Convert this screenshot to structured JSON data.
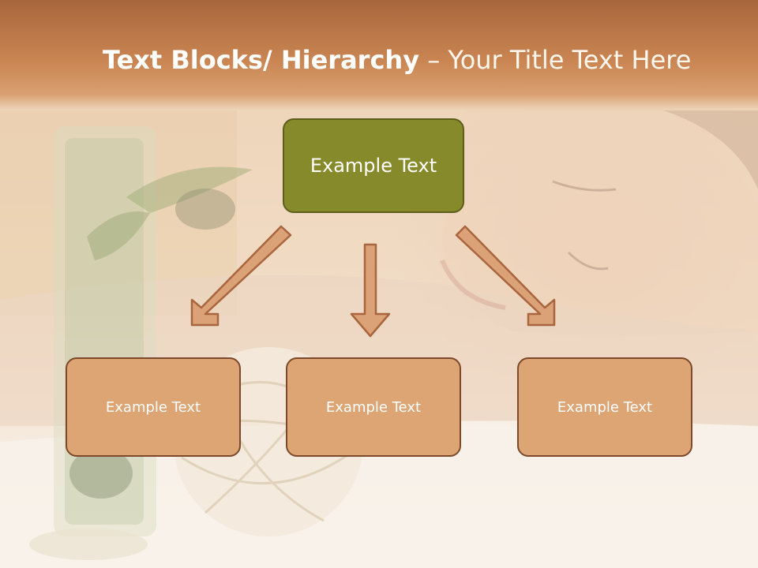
{
  "title": {
    "bold": "Text Blocks/ Hierarchy",
    "rest": " – Your Title Text Here"
  },
  "top_box": {
    "label": "Example Text"
  },
  "child_boxes": [
    {
      "label": "Example Text"
    },
    {
      "label": "Example Text"
    },
    {
      "label": "Example Text"
    }
  ],
  "colors": {
    "header": "#c98552",
    "top_box": "#868a2a",
    "child_box": "#dda474",
    "arrow_fill": "#dca277",
    "arrow_stroke": "#a9653d"
  }
}
